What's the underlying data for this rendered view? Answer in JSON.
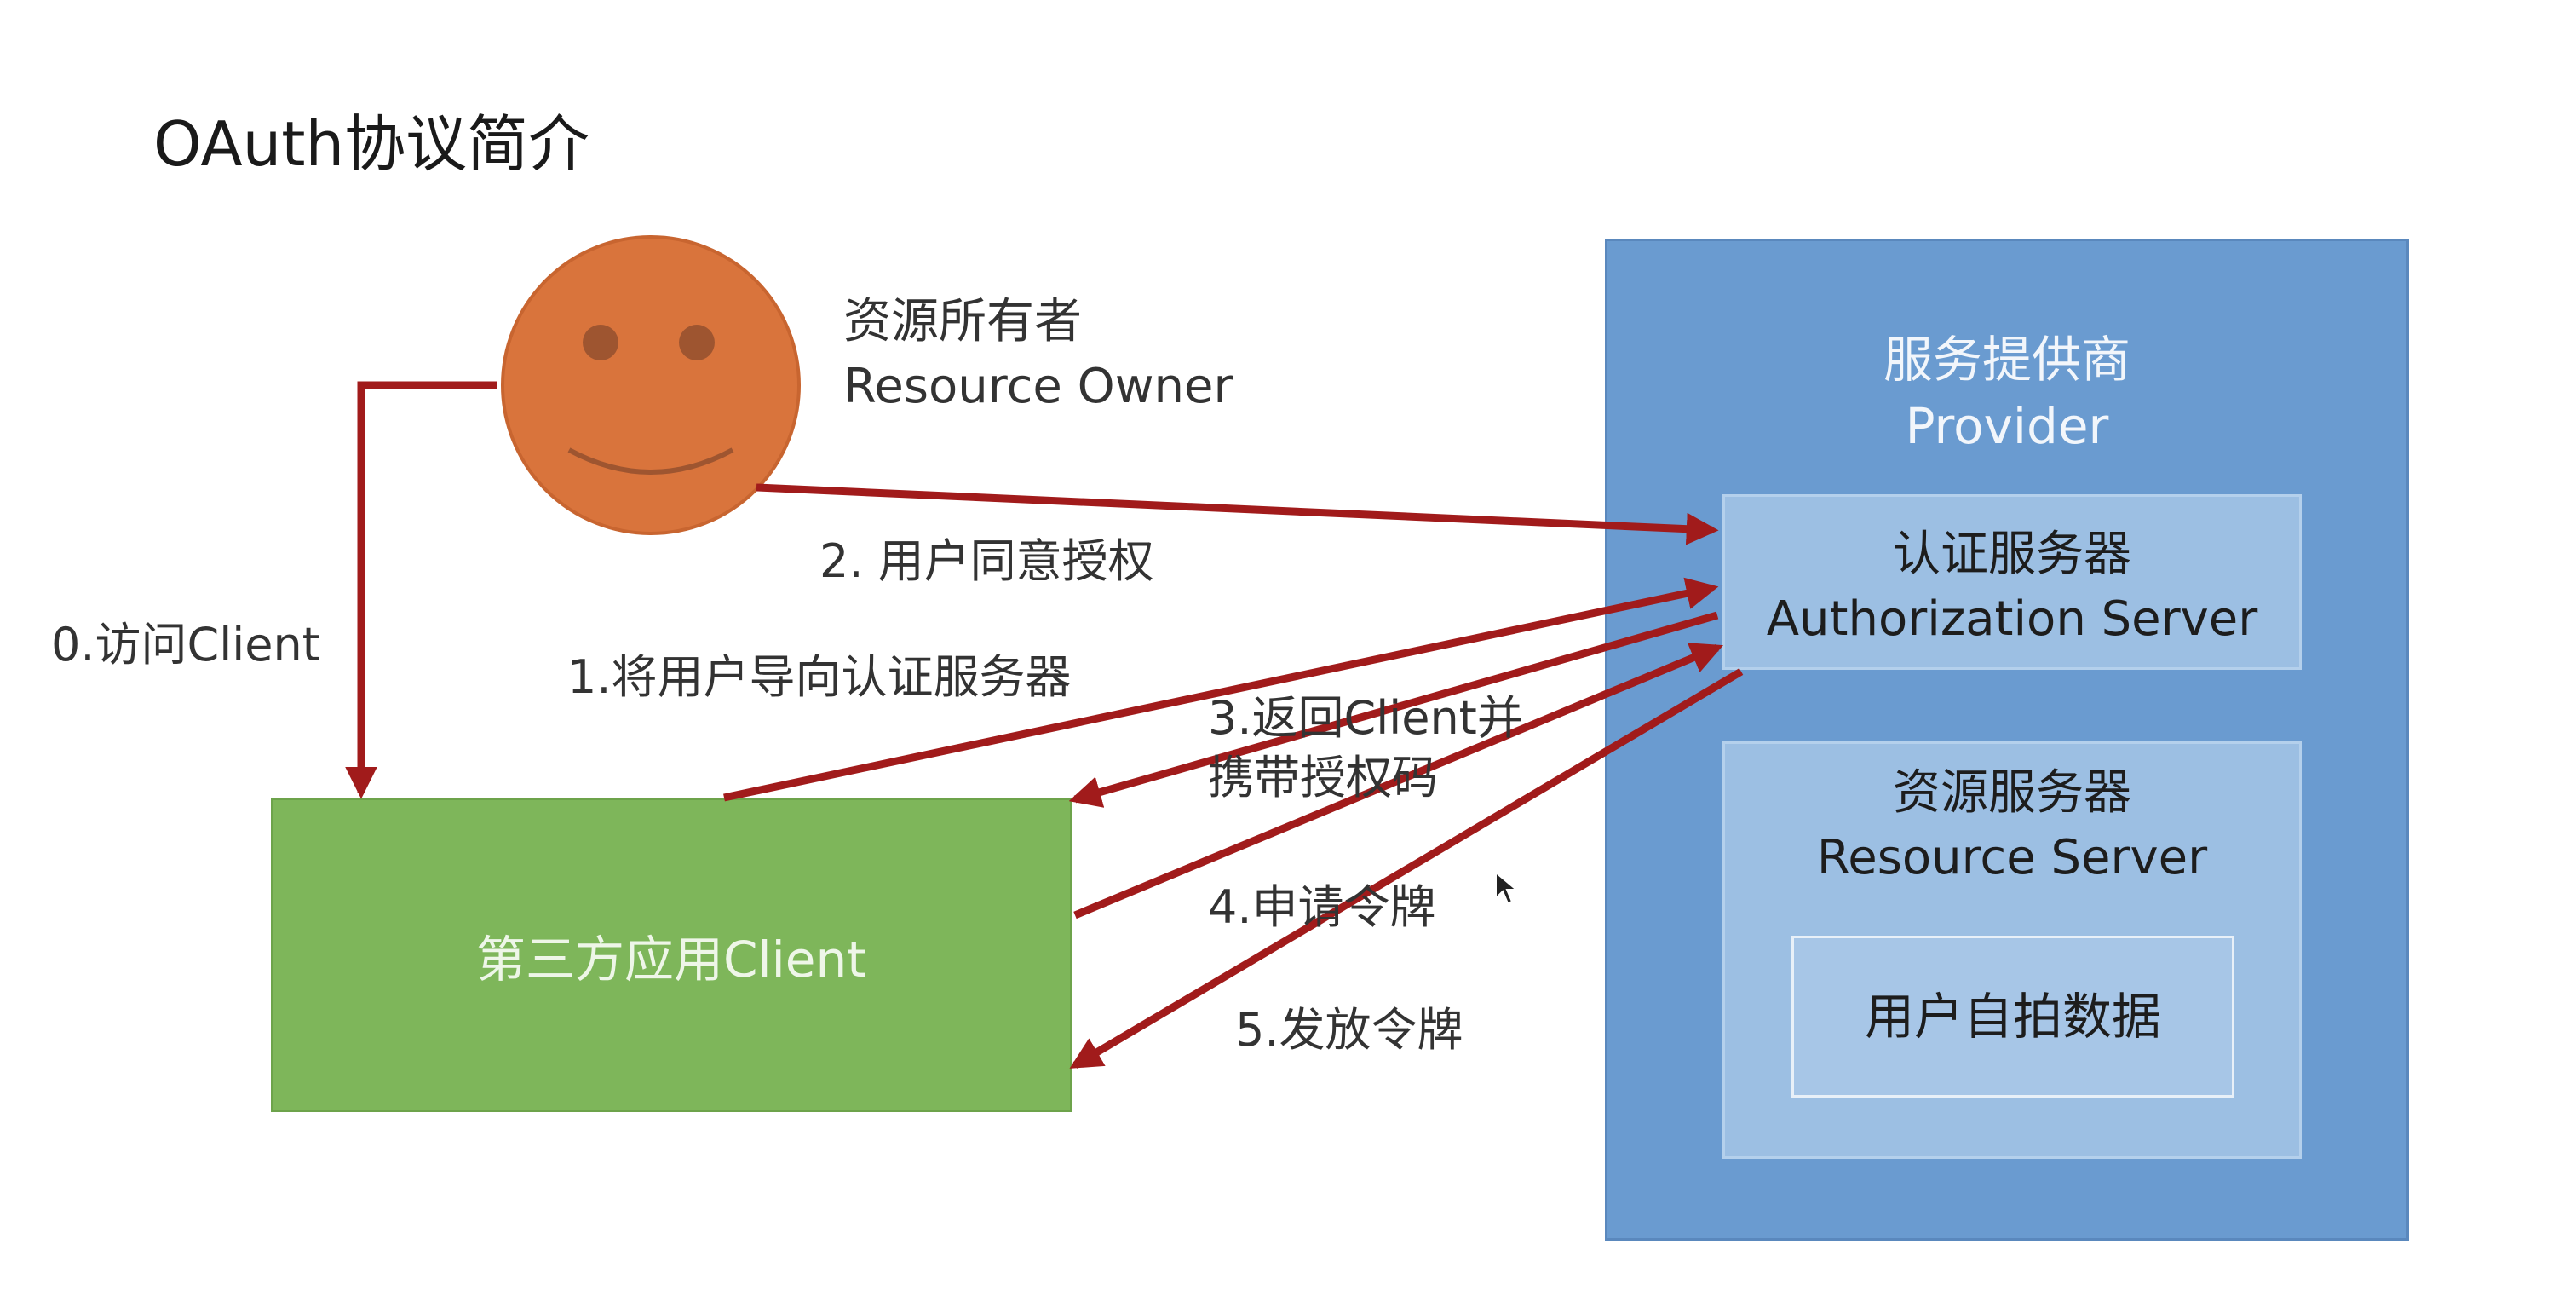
{
  "slide": {
    "title": "OAuth协议简介"
  },
  "resource_owner": {
    "label_cn": "资源所有者",
    "label_en": "Resource Owner"
  },
  "provider": {
    "title_cn": "服务提供商",
    "title_en": "Provider",
    "authorization_server": {
      "label_cn": "认证服务器",
      "label_en": "Authorization Server"
    },
    "resource_server": {
      "label_cn": "资源服务器",
      "label_en": "Resource Server",
      "data_label": "用户自拍数据"
    }
  },
  "client": {
    "label": "第三方应用Client"
  },
  "steps": {
    "step0": "0.访问Client",
    "step1": "1.将用户导向认证服务器",
    "step2": "2. 用户同意授权",
    "step3_line1": "3.返回Client并",
    "step3_line2": "携带授权码",
    "step4": "4.申请令牌",
    "step5": "5.发放令牌"
  },
  "colors": {
    "arrow": "#a11b1b",
    "face": "#d9743c",
    "provider": "#6a9bd0",
    "inner_box": "#9cbfe3",
    "client": "#7eb65a"
  }
}
